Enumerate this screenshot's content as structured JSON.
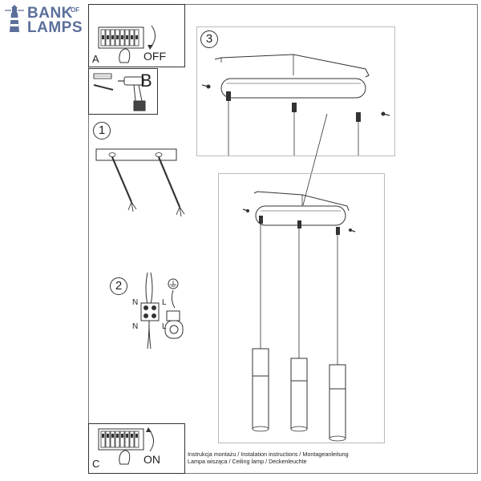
{
  "logo": {
    "line1": "BANK",
    "of": "OF",
    "line2": "LAMPS"
  },
  "panels": {
    "a": {
      "letter": "A",
      "word": "OFF"
    },
    "b": {
      "letter": "B"
    },
    "c": {
      "letter": "C",
      "word": "ON"
    }
  },
  "steps": {
    "one": "1",
    "two": "2",
    "three": "3"
  },
  "terminals": {
    "n_top": "N",
    "l_top": "L",
    "n_bottom": "N",
    "l_bottom": "L"
  },
  "footer": {
    "line1": "Instrukcja montażu / Instalation instructions / Montageanleitung",
    "line2": "Lampa wisząca / Ceiling lamp / Deckenleuchte"
  },
  "colors": {
    "logo": "#5b6f9a",
    "line": "#333333",
    "frame": "#777777"
  }
}
